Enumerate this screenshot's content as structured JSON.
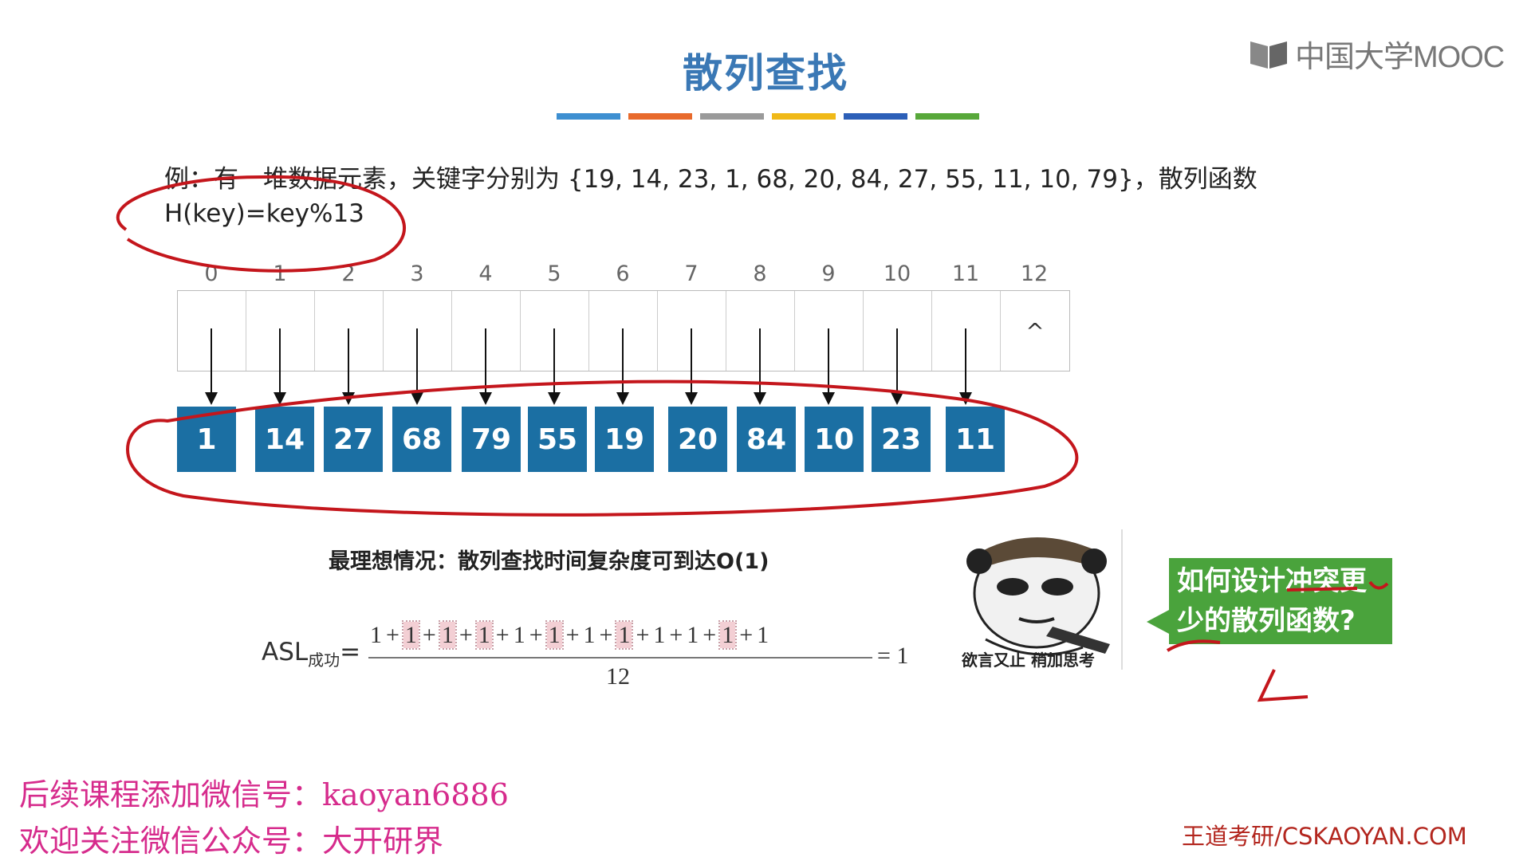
{
  "slide": {
    "title": "散列查找",
    "title_bar_colors": [
      "#3d8fd1",
      "#e86a2c",
      "#9a9a9a",
      "#f0b918",
      "#2c5fb8",
      "#58a83a"
    ],
    "logo": {
      "icon": "mooc-book-icon",
      "text": "中国大学MOOC"
    },
    "example_text": "例：有一堆数据元素，关键字分别为 {19, 14, 23, 1, 68, 20, 84, 27, 55, 11, 10, 79}，散列函数",
    "hash_function": "H(key)=key%13",
    "indices": [
      "0",
      "1",
      "2",
      "3",
      "4",
      "5",
      "6",
      "7",
      "8",
      "9",
      "10",
      "11",
      "12"
    ],
    "table_cells": [
      "",
      "",
      "",
      "",
      "",
      "",
      "",
      "",
      "",
      "",
      "",
      "",
      "^"
    ],
    "keys": [
      "1",
      "14",
      "27",
      "68",
      "79",
      "55",
      "19",
      "20",
      "84",
      "10",
      "23",
      "11"
    ],
    "ideal_case": "最理想情况：散列查找时间复杂度可到达O(1)",
    "asl": {
      "label": "ASL",
      "label_sub": "成功",
      "equals_sign": "=",
      "numerator_terms": [
        "1",
        "1",
        "1",
        "1",
        "1",
        "1",
        "1",
        "1",
        "1",
        "1",
        "1",
        "1"
      ],
      "highlighted_terms": [
        1,
        2,
        3,
        5,
        7,
        10
      ],
      "plus": "+",
      "denominator": "12",
      "result": "= 1"
    },
    "meme": {
      "icon": "panda-meme-icon",
      "caption": "欲言又止 稍加思考"
    },
    "bubble": {
      "line1": "如何设计冲突更",
      "line2": "少的散列函数?"
    },
    "watermark": {
      "line1": "后续课程添加微信号：kaoyan6886",
      "line2": "欢迎关注微信公众号：大开研界"
    },
    "footer": "王道考研/CSKAOYAN.COM"
  }
}
